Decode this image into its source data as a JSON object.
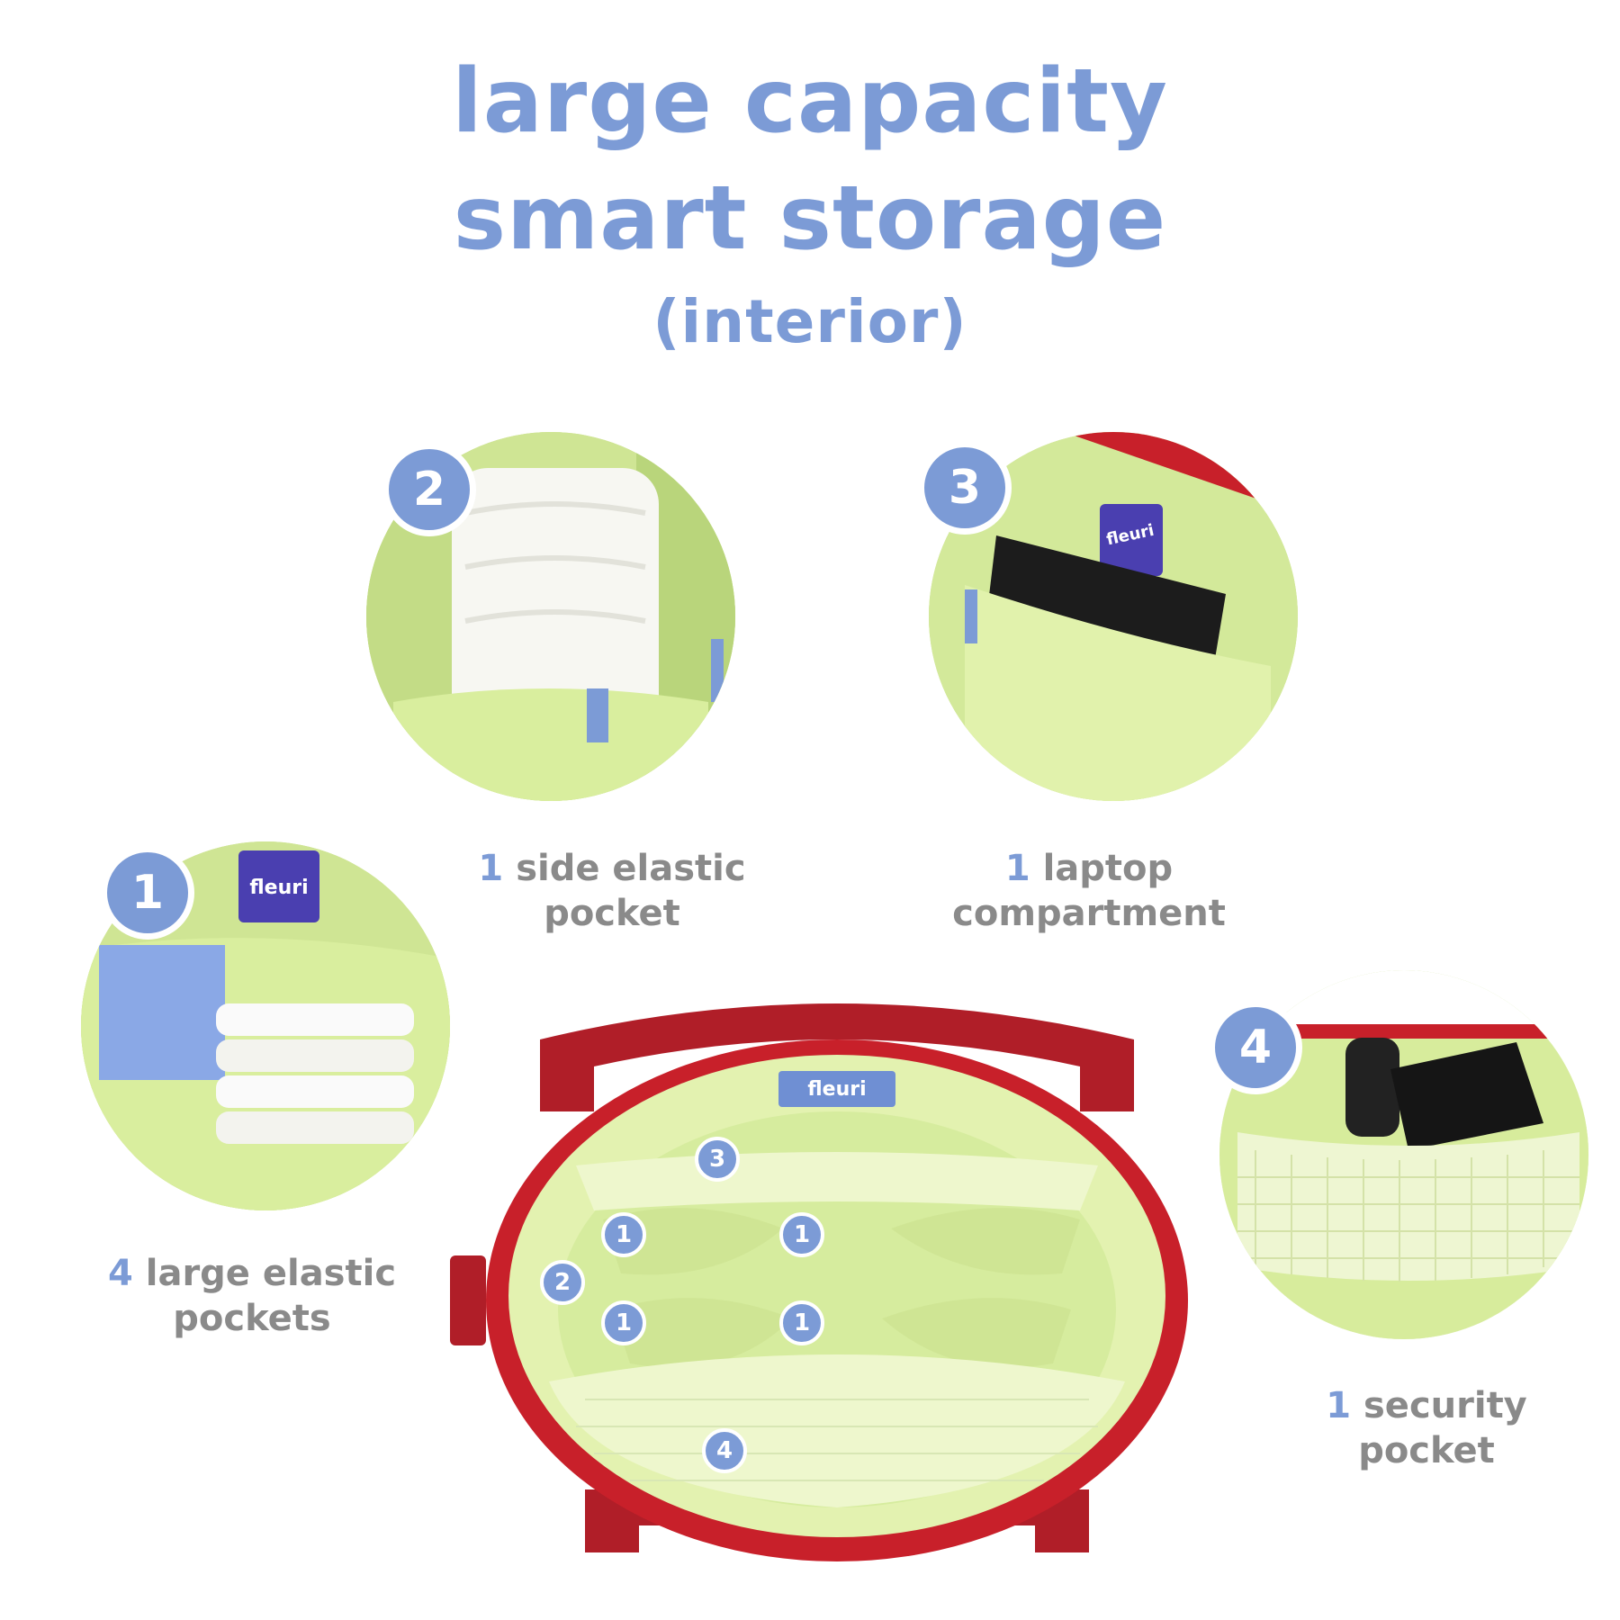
{
  "headline": {
    "line1": "large capacity",
    "line2": "smart storage",
    "line3": "(interior)"
  },
  "colors": {
    "accent": "#7c9bd6",
    "caption_text": "#8a8a8a",
    "lining": "#d7ec9c",
    "bag_red": "#c8202a",
    "mesh": "#e9f3c6"
  },
  "features": [
    {
      "number": "1",
      "label_line1": "large elastic",
      "label_line2": "pockets",
      "count": "4"
    },
    {
      "number": "2",
      "label_line1": "side elastic",
      "label_line2": "pocket",
      "count": "1"
    },
    {
      "number": "3",
      "label_line1": "laptop",
      "label_line2": "compartment",
      "count": "1"
    },
    {
      "number": "4",
      "label_line1": "security",
      "label_line2": "pocket",
      "count": "1"
    }
  ],
  "brand_label": "fleuri",
  "diagram_markers": [
    "3",
    "1",
    "1",
    "2",
    "1",
    "1",
    "4"
  ]
}
